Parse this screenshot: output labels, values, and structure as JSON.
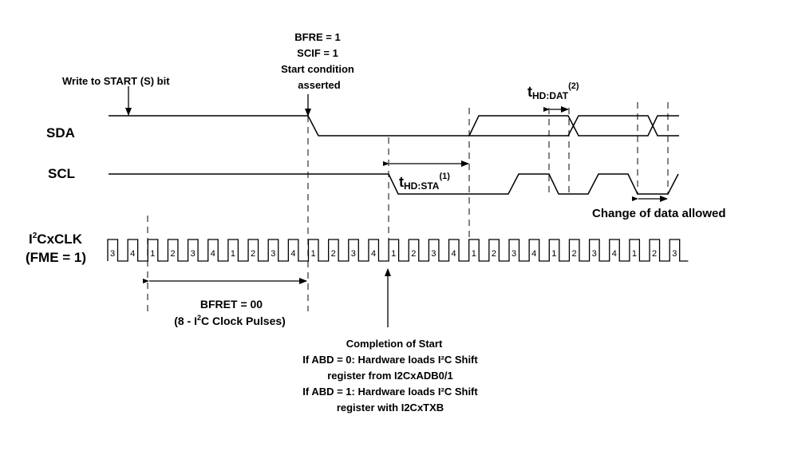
{
  "signals": {
    "sda": "SDA",
    "scl": "SCL",
    "clk_line1": "I",
    "clk_sup": "2",
    "clk_line1_rest": "CxCLK",
    "clk_line2": "(FME = 1)"
  },
  "annotations": {
    "write_start": "Write to START (S) bit",
    "bfre": [
      "BFRE = 1",
      "SCIF = 1",
      "Start condition",
      "asserted"
    ],
    "thdsta_main": "t",
    "thdsta_sub": "HD:STA",
    "thdsta_sup": "(1)",
    "thddat_main": "t",
    "thddat_sub": "HD:DAT",
    "thddat_sup": "(2)",
    "change_data": "Change of data allowed",
    "bfret_line1": "BFRET =  00",
    "bfret_line2_a": "(8 - I",
    "bfret_line2_sup": "2",
    "bfret_line2_b": "C Clock Pulses)",
    "completion": [
      "Completion of Start",
      "If ABD = 0: Hardware loads I²C Shift",
      "register from I2CxADB0/1",
      "If ABD = 1: Hardware loads I²C Shift",
      "register with I2CxTXB"
    ]
  },
  "clock_pulse_labels": [
    "3",
    "4",
    "1",
    "2",
    "3",
    "4",
    "1",
    "2",
    "3",
    "4",
    "1",
    "2",
    "3",
    "4",
    "1",
    "2",
    "3",
    "4",
    "1",
    "2",
    "3",
    "4",
    "1",
    "2",
    "3",
    "4",
    "1",
    "2",
    "3"
  ],
  "colors": {
    "line": "#000000",
    "dash": "#333333",
    "background": "#ffffff"
  }
}
